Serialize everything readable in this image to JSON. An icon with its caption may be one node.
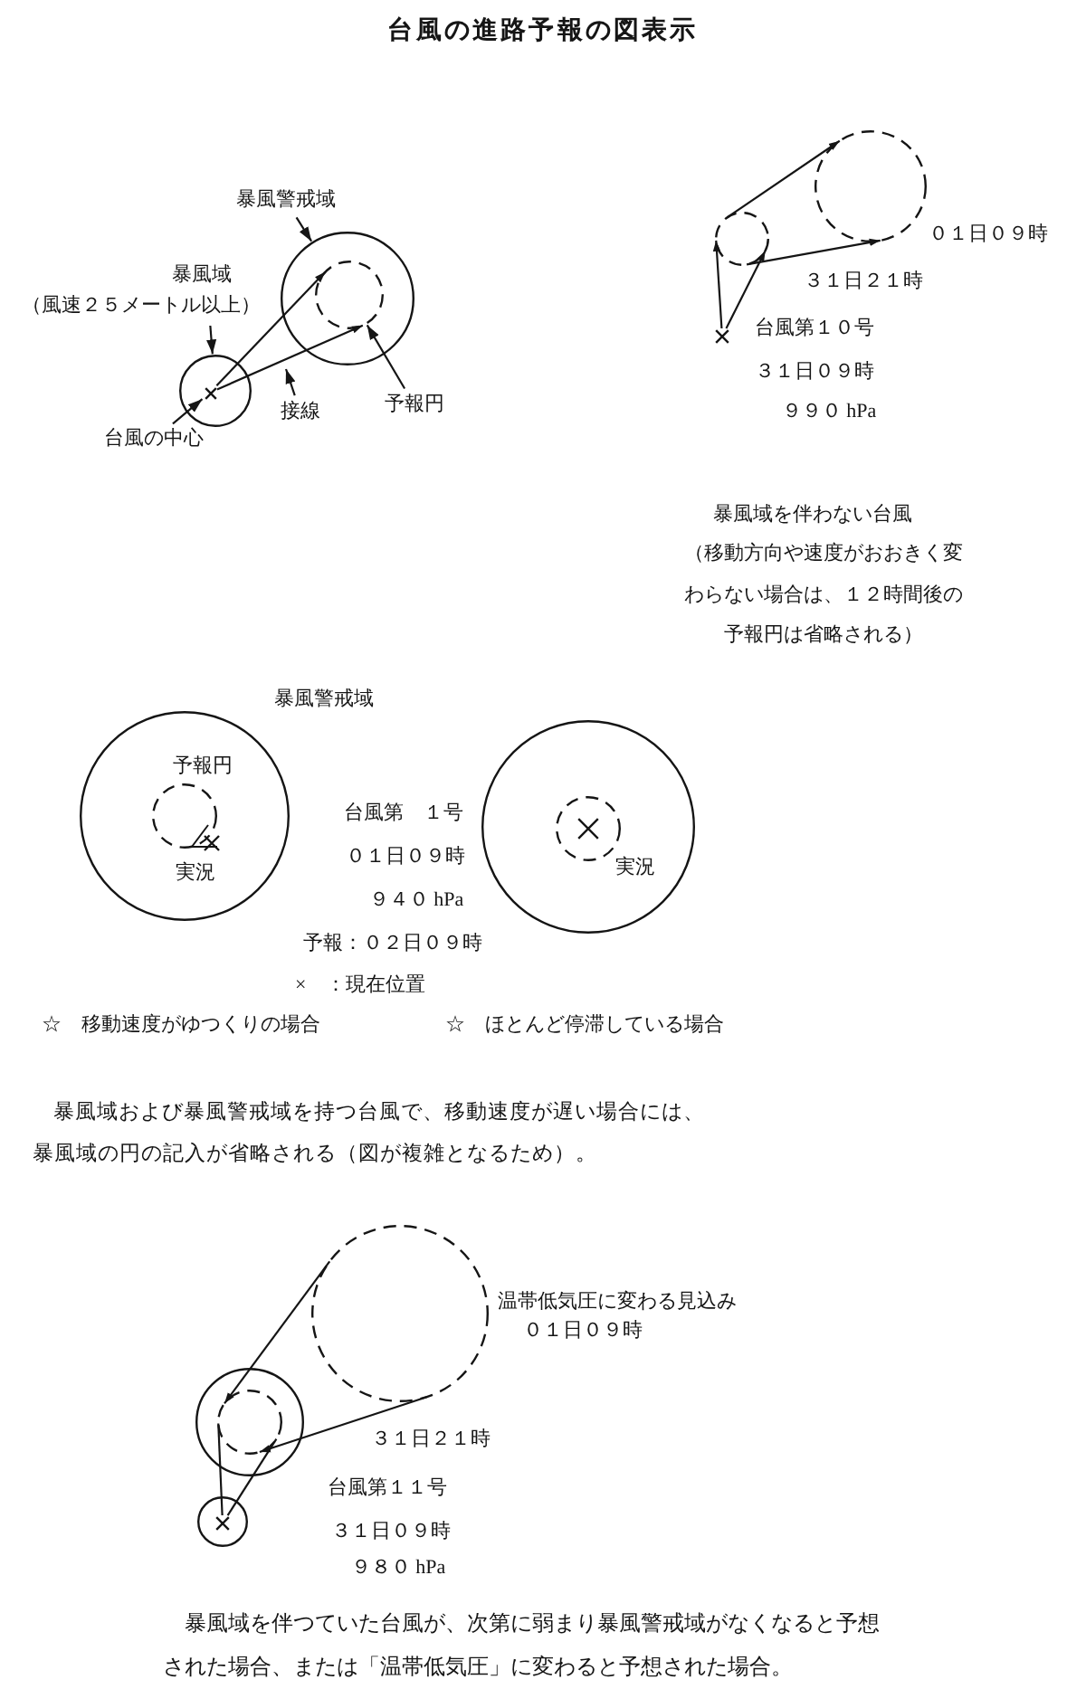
{
  "diagram": {
    "title": "台風の進路予報の図表示",
    "nodes": [
      {
        "text": [
          "暴風警戒域"
        ]
      },
      {
        "text": [
          "暴風域",
          "（風速２５メートル以上）"
        ]
      },
      {
        "text": [
          "接線"
        ]
      },
      {
        "text": [
          "予報円"
        ]
      },
      {
        "text": [
          "台風の中心"
        ]
      },
      {
        "text": [],
        "shape": "circle"
      },
      {
        "text": [],
        "shape": "circle",
        "in": 5
      },
      {
        "text": [],
        "shape": "circle"
      },
      {
        "text": [],
        "shape": "cross",
        "in": 7
      },
      {
        "text": [],
        "shape": "circle",
        "beside": [
          "０１日０９時"
        ]
      },
      {
        "text": [],
        "shape": "circle"
      },
      {
        "text": [],
        "shape": "cross"
      },
      {
        "text": [],
        "shape": "circle"
      },
      {
        "text": [],
        "shape": "circle",
        "in": 12
      },
      {
        "text": [],
        "shape": "cross",
        "in": 12
      },
      {
        "text": [],
        "shape": "circle"
      },
      {
        "text": [],
        "shape": "circle",
        "in": 15
      },
      {
        "text": [],
        "shape": "cross",
        "in": 16
      },
      {
        "text": [],
        "shape": "circle",
        "beside": [
          "温帯低気圧に変わる見込み",
          "０１日０９時"
        ]
      },
      {
        "text": [],
        "shape": "circle"
      },
      {
        "text": [],
        "shape": "circle",
        "in": 19
      },
      {
        "text": [],
        "shape": "circle"
      },
      {
        "text": [],
        "shape": "cross",
        "in": 21
      }
    ],
    "edges": [
      {
        "from": 0,
        "to": 5,
        "arrow": "to"
      },
      {
        "from": 1,
        "to": 7,
        "arrow": "to"
      },
      {
        "from": 2,
        "to": null,
        "arrow": "to"
      },
      {
        "from": 3,
        "to": 6,
        "arrow": "to"
      },
      {
        "from": 4,
        "to": 8,
        "arrow": "to"
      },
      {
        "from": 8,
        "to": 6,
        "arrow": "to"
      },
      {
        "from": 8,
        "to": 6,
        "arrow": "to"
      },
      {
        "from": 10,
        "to": 9,
        "arrow": "to"
      },
      {
        "from": 10,
        "to": 9,
        "arrow": "to"
      },
      {
        "from": 11,
        "to": 10,
        "arrow": "to"
      },
      {
        "from": 11,
        "to": 10,
        "arrow": "to"
      },
      {
        "from": 18,
        "to": 20,
        "arrow": "to"
      },
      {
        "from": 18,
        "to": 20,
        "arrow": "to"
      },
      {
        "from": 20,
        "to": 22,
        "arrow": "none"
      },
      {
        "from": 20,
        "to": 22,
        "arrow": "none"
      }
    ],
    "labels": [
      "３１日２１時",
      "台風第１０号",
      "３１日０９時",
      "９９０ hPa",
      "暴風域を伴わない台風",
      "（移動方向や速度がおおきく変わらない場合は、１２時間後の予報円は省略される）",
      "暴風警戒域",
      "予報円",
      "実況",
      "台風第　１号",
      "０１日０９時",
      "９４０ hPa",
      "実況",
      "予報：０２日０９時",
      "×　：現在位置",
      "☆　移動速度がゆつくりの場合",
      "☆　ほとんど停滞している場合",
      "暴風域および暴風警戒域を持つ台風で、移動速度が遅い場合には、暴風域の円の記入が省略される（図が複雑となるため）。",
      "３１日２１時",
      "台風第１１号",
      "３１日０９時",
      "９８０ hPa",
      "暴風域を伴つていた台風が、次第に弱まり暴風警戒域がなくなると予想された場合、または「温帯低気圧」に変わると予想された場合。"
    ]
  }
}
